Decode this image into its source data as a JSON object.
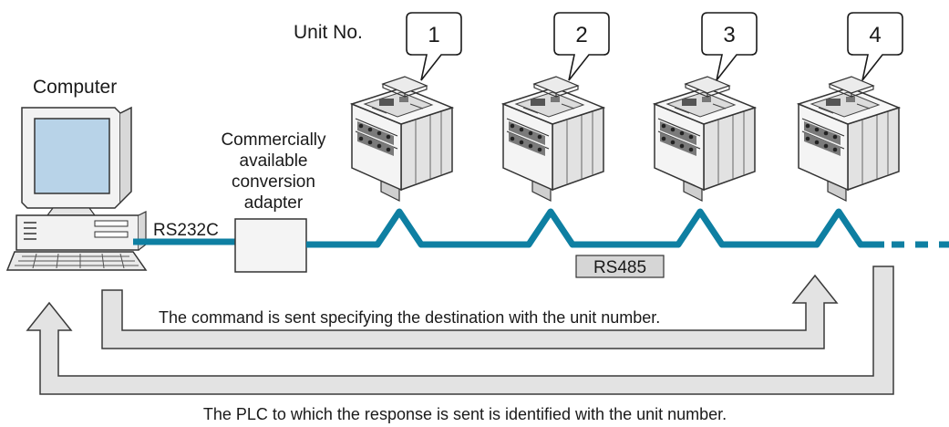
{
  "labels": {
    "computer": "Computer",
    "unit_no": "Unit No.",
    "adapter_lines": [
      "Commercially",
      "available",
      "conversion",
      "adapter"
    ],
    "rs232c": "RS232C",
    "rs485": "RS485",
    "command": "The command is sent specifying the destination with the unit number.",
    "response": "The PLC to which the response is sent is identified with the unit number."
  },
  "units": [
    {
      "number": "1"
    },
    {
      "number": "2"
    },
    {
      "number": "3"
    },
    {
      "number": "4"
    }
  ],
  "colors": {
    "bus_line": "#0e7fa2",
    "arrow_fill": "#e3e3e3",
    "arrow_stroke": "#3a3a3a",
    "screen": "#b8d3e8",
    "plc_body": "#f0f0f0",
    "plc_shade": "#8a8a8a",
    "label_box": "#d6d6d6"
  }
}
